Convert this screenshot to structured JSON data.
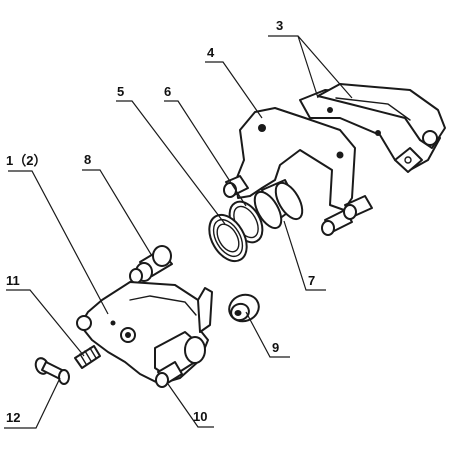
{
  "callouts": [
    {
      "id": "1",
      "label": "1（2）"
    },
    {
      "id": "3",
      "label": "3"
    },
    {
      "id": "4",
      "label": "4"
    },
    {
      "id": "5",
      "label": "5"
    },
    {
      "id": "6",
      "label": "6"
    },
    {
      "id": "7",
      "label": "7"
    },
    {
      "id": "8",
      "label": "8"
    },
    {
      "id": "9",
      "label": "9"
    },
    {
      "id": "10",
      "label": "10"
    },
    {
      "id": "11",
      "label": "11"
    },
    {
      "id": "12",
      "label": "12"
    }
  ],
  "colors": {
    "ink": "#1a1a1a",
    "background": "#ffffff"
  }
}
